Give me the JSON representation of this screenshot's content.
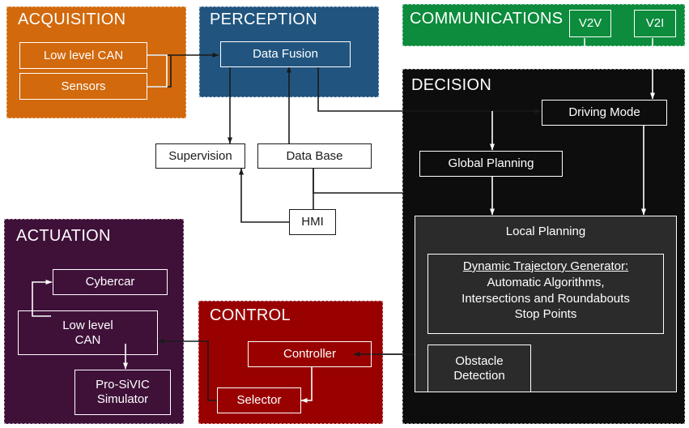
{
  "diagram": {
    "title": "Autonomous Vehicle Functional Architecture",
    "type": "block-diagram"
  },
  "colors": {
    "acquisition": "#D2690C",
    "perception": "#21557F",
    "communications": "#0C8C3C",
    "decision": "#0D0D0D",
    "actuation": "#3F1139",
    "control": "#990000",
    "inner_dark": "#2B2B2B",
    "line": "#1A1A1A",
    "white": "#FFFFFF"
  },
  "panels": {
    "acquisition": {
      "title": "ACQUISITION",
      "boxes": [
        {
          "label": "Low level CAN",
          "name": "acquisition-low-level-can-box"
        },
        {
          "label": "Sensors",
          "name": "acquisition-sensors-box"
        }
      ]
    },
    "perception": {
      "title": "PERCEPTION",
      "boxes": [
        {
          "label": "Data Fusion",
          "name": "perception-data-fusion-box"
        }
      ]
    },
    "communications": {
      "title": "COMMUNICATIONS",
      "boxes": [
        {
          "label": "V2V",
          "name": "communications-v2v-box"
        },
        {
          "label": "V2I",
          "name": "communications-v2i-box"
        }
      ]
    },
    "decision": {
      "title": "DECISION",
      "boxes": [
        {
          "label": "Driving Mode",
          "name": "decision-driving-mode-box"
        },
        {
          "label": "Global Planning",
          "name": "decision-global-planning-box"
        },
        {
          "label": "Local Planning",
          "name": "decision-local-planning-box"
        },
        {
          "label": "Obstacle\nDetection",
          "name": "decision-obstacle-detection-box"
        }
      ],
      "dynamic_trajectory_generator": {
        "heading": "Dynamic Trajectory Generator:",
        "lines": [
          "Automatic Algorithms,",
          "Intersections and Roundabouts",
          "Stop Points"
        ]
      }
    },
    "actuation": {
      "title": "ACTUATION",
      "boxes": [
        {
          "label": "Cybercar",
          "name": "actuation-cybercar-box"
        },
        {
          "label": "Low level\nCAN",
          "name": "actuation-low-level-can-box"
        },
        {
          "label": "Pro-SiVIC\nSimulator",
          "name": "actuation-pro-sivic-simulator-box"
        }
      ]
    },
    "control": {
      "title": "CONTROL",
      "boxes": [
        {
          "label": "Controller",
          "name": "control-controller-box"
        },
        {
          "label": "Selector",
          "name": "control-selector-box"
        }
      ]
    }
  },
  "shared_boxes": [
    {
      "label": "Supervision",
      "name": "supervision-box"
    },
    {
      "label": "Data Base",
      "name": "data-base-box"
    },
    {
      "label": "HMI",
      "name": "hmi-box"
    }
  ],
  "labels": {
    "acquisition_title": "ACQUISITION",
    "perception_title": "PERCEPTION",
    "communications_title": "COMMUNICATIONS",
    "decision_title": "DECISION",
    "actuation_title": "ACTUATION",
    "control_title": "CONTROL",
    "low_level_can": "Low level CAN",
    "sensors": "Sensors",
    "data_fusion": "Data Fusion",
    "v2v": "V2V",
    "v2i": "V2I",
    "driving_mode": "Driving Mode",
    "global_planning": "Global Planning",
    "local_planning": "Local Planning",
    "dtg_heading": "Dynamic Trajectory Generator:",
    "dtg_line1": "Automatic Algorithms,",
    "dtg_line2": "Intersections and Roundabouts",
    "dtg_line3": "Stop Points",
    "obstacle_detection_l1": "Obstacle",
    "obstacle_detection_l2": "Detection",
    "cybercar": "Cybercar",
    "act_low_level_l1": "Low level",
    "act_low_level_l2": "CAN",
    "pro_sivic_l1": "Pro-SiVIC",
    "pro_sivic_l2": "Simulator",
    "controller": "Controller",
    "selector": "Selector",
    "supervision": "Supervision",
    "data_base": "Data Base",
    "hmi": "HMI"
  }
}
